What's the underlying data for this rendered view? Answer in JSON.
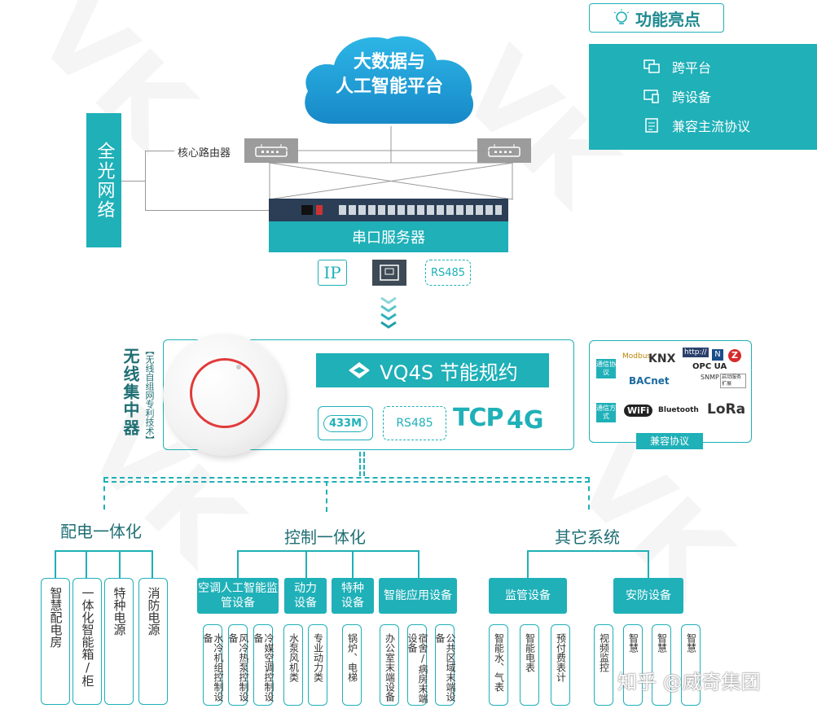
{
  "cloud": {
    "line1": "大数据与",
    "line2": "人工智能平台"
  },
  "features": {
    "title": "功能亮点",
    "items": [
      {
        "label": "跨平台",
        "icon": "multi-window-icon"
      },
      {
        "label": "跨设备",
        "icon": "devices-icon"
      },
      {
        "label": "兼容主流协议",
        "icon": "document-icon"
      }
    ]
  },
  "network": {
    "optical": "全光网络",
    "router_label": "核心路由器",
    "serial_server": "串口服务器"
  },
  "interfaces": {
    "ip": "IP",
    "rs485": "RS485"
  },
  "concentrator": {
    "side_title": "无线集中器",
    "side_sub": "【无线自组网专利技术】",
    "banner": "VQ4S 节能规约",
    "protocols": {
      "p433": "433M",
      "rs485": "RS485",
      "tcp": "TCP",
      "g4": "4G"
    }
  },
  "compat": {
    "label": "兼容协议",
    "comm_protocol": "通信协议",
    "comm_method": "通信方式",
    "logos": {
      "modbus": "Modbus",
      "knx": "KNX",
      "http": "http://",
      "opcua": "OPC UA",
      "bacnet": "BACnet",
      "snmp": "SNMP",
      "ext": "启动服务扩展",
      "wifi": "WiFi",
      "bluetooth": "Bluetooth",
      "lora": "LoRa"
    }
  },
  "categories": [
    {
      "title": "配电一体化",
      "leaves": [
        "智慧配电房",
        "一体化智能箱/柜",
        "特种电源",
        "消防电源"
      ]
    },
    {
      "title": "控制一体化",
      "groups": [
        {
          "label": "空调人工智能监管设备",
          "leaves": [
            "水冷机组控制设备",
            "风冷热泵控制设备",
            "冷媒空调控制设备"
          ]
        },
        {
          "label": "动力设备",
          "leaves": [
            "水泵风机类",
            "专业动力类"
          ]
        },
        {
          "label": "特种设备",
          "leaves": [
            "锅炉、电梯"
          ]
        },
        {
          "label": "智能应用设备",
          "leaves": [
            "办公室末端设备",
            "宿舍/病房末端设备",
            "公共区域末端设备"
          ]
        }
      ]
    },
    {
      "title": "其它系统",
      "groups": [
        {
          "label": "监管设备",
          "leaves": [
            "智能水、气表",
            "智能电表",
            "预付费表计"
          ]
        },
        {
          "label": "安防设备",
          "leaves": [
            "视频监控",
            "智慧",
            "智慧",
            "智慧"
          ]
        }
      ]
    }
  ],
  "watermark": "知乎 @威奇集团",
  "colors": {
    "teal": "#1fb0b8",
    "dark_teal": "#1f6f74",
    "cloud": "#1b9fd6",
    "ring": "#e23a3a"
  }
}
